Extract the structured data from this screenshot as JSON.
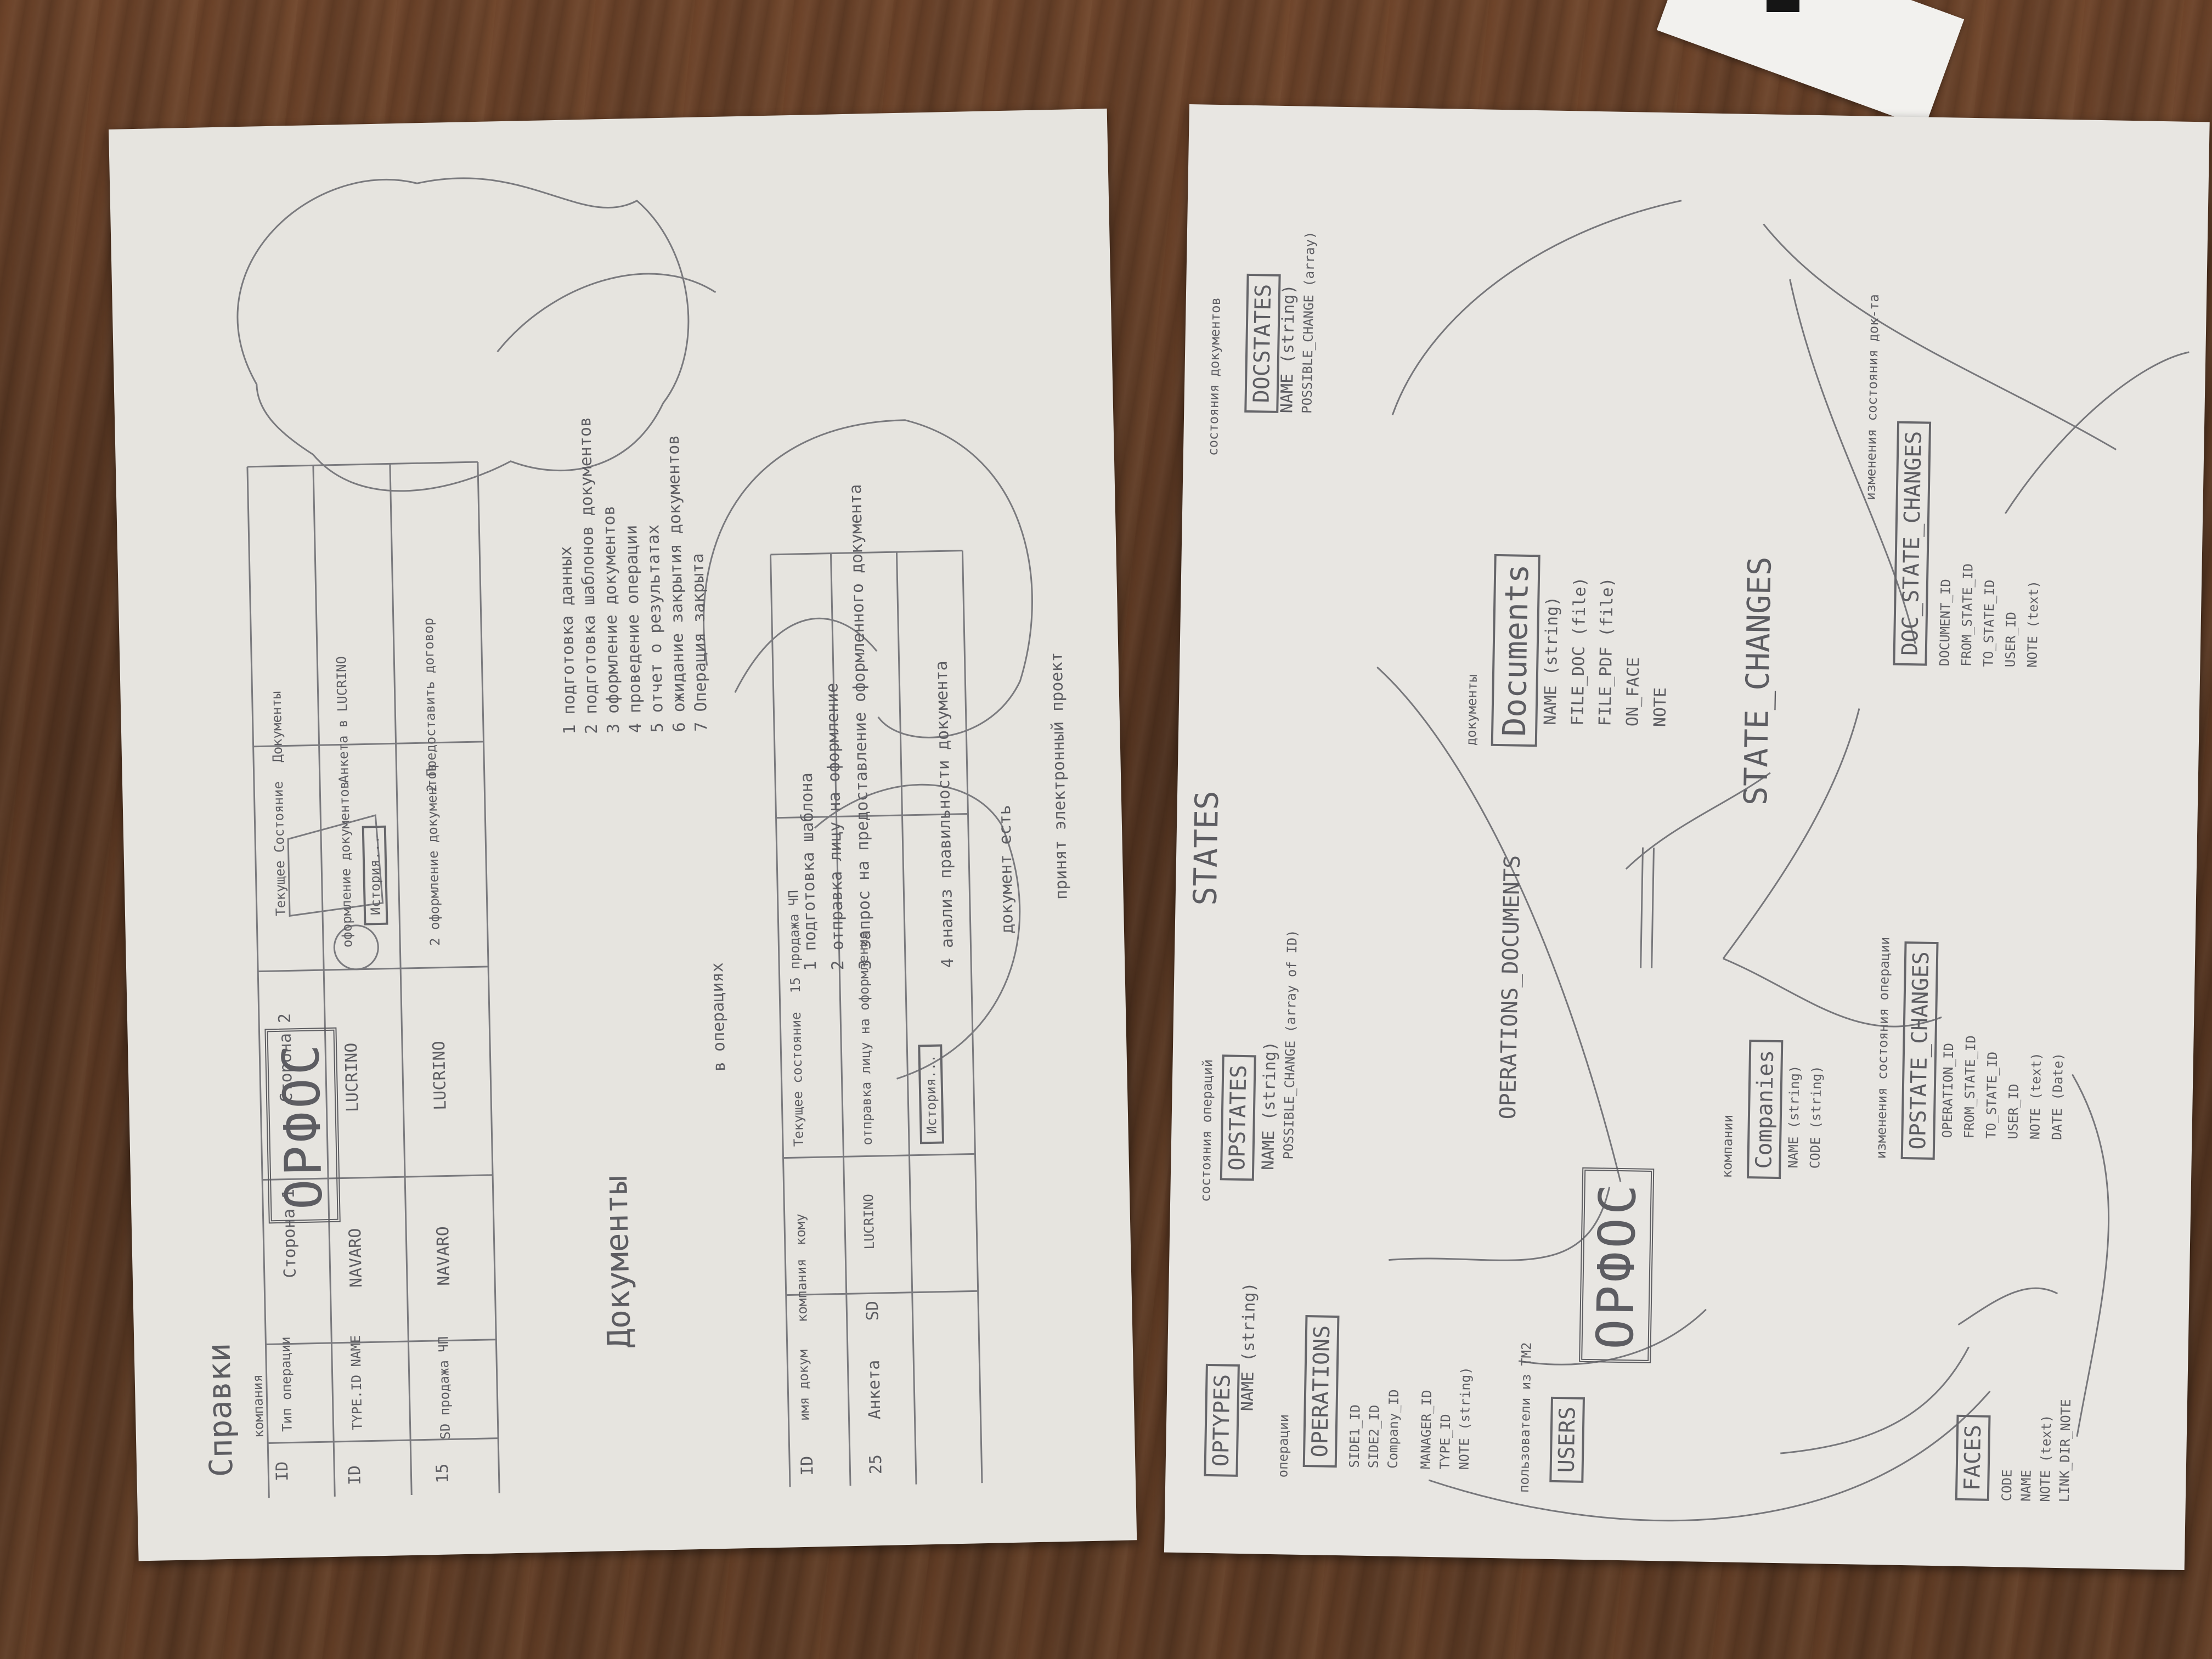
{
  "left_sheet": {
    "title": "ОРФОС",
    "spravki": {
      "heading": "Справки",
      "col_id": "ID",
      "col_kompaniya": "компания",
      "col_tip": "Тип операции",
      "col_storona1": "Сторона 1",
      "col_storona2": "Сторона 2",
      "col_tekushchee": "Текущее Состояние",
      "col_dokumenty": "Документы",
      "row1": [
        "ID",
        "TYPE.ID NAME",
        "NAVARO",
        "LUCRINO",
        "оформление документов",
        "Анкета в LUCRINO"
      ],
      "row2": [
        "15",
        "SD продажа ЧП",
        "NAVARO",
        "LUCRINO",
        "2 оформление документов",
        "2 Предоставить договор"
      ],
      "history_label": "История..."
    },
    "documents": {
      "heading": "Документы",
      "in_operation": "в операциях",
      "col_id": "ID",
      "col_name": "имя докум",
      "col_company": "компания",
      "col_who": "кому",
      "col_state": "Текущее состояние",
      "col_15": "15 продажа ЧП",
      "row": [
        "25",
        "Анкета",
        "SD",
        "LUCRINO",
        "отправка лицу на оформление",
        "История..."
      ]
    },
    "steps_doc": [
      "1 подготовка шаблона",
      "2 отправка лицу на оформление",
      "3 запрос на предоставление оформленного документа",
      "4 анализ правильности документа",
      "документ есть",
      "принят электронный проект"
    ],
    "cloud_steps": [
      "1 подготовка данных",
      "2 подготовка шаблонов документов",
      "3 оформление документов",
      "4 проведение операции",
      "5 отчет о результатах",
      "6 ожидание закрытия документов",
      "7 Операция закрыта"
    ]
  },
  "right_sheet": {
    "title": "ОРФОС",
    "optypes": {
      "name": "OPTYPES",
      "fields": [
        "NAME (string)"
      ]
    },
    "opstates": {
      "name": "OPSTATES",
      "caption": "состояния операций",
      "fields": [
        "NAME (string)",
        "POSSIBLE_CHANGE (array of ID)"
      ]
    },
    "states_label": "STATES",
    "docstates": {
      "name": "DOCSTATES",
      "caption": "состояния документов",
      "fields": [
        "NAME (string)",
        "POSSIBLE_CHANGE (array)"
      ]
    },
    "documents": {
      "name": "Documents",
      "caption": "документы",
      "fields": [
        "NAME (string)",
        "FILE_DOC (file)",
        "FILE_PDF (file)",
        "ON_FACE",
        "NOTE"
      ]
    },
    "state_changes_label": "STATE_CHANGES",
    "doc_state_changes": {
      "name": "DOC_STATE_CHANGES",
      "caption": "изменения состояния док-та",
      "fields": [
        "DOCUMENT_ID",
        "FROM_STATE_ID",
        "TO_STATE_ID",
        "USER_ID",
        "NOTE (text)"
      ]
    },
    "operations_documents": {
      "name": "OPERATIONS_DOCUMENTS"
    },
    "companies": {
      "name": "Companies",
      "caption": "компании",
      "fields": [
        "NAME (string)",
        "CODE (string)"
      ]
    },
    "opstate_changes": {
      "name": "OPSTATE_CHANGES",
      "caption": "изменения состояния операции",
      "fields": [
        "OPERATION_ID",
        "FROM_STATE_ID",
        "TO_STATE_ID",
        "USER_ID",
        "NOTE (text)",
        "DATE (Date)"
      ]
    },
    "operations": {
      "name": "OPERATIONS",
      "caption": "операции",
      "fields": [
        "SIDE1_ID",
        "SIDE2_ID",
        "Company_ID",
        "MANAGER_ID",
        "TYPE_ID",
        "NOTE (string)"
      ]
    },
    "users": {
      "name": "USERS",
      "caption": "пользователи из TM2"
    },
    "faces": {
      "name": "FACES",
      "fields": [
        "CODE",
        "NAME",
        "NOTE (text)",
        "LINK_DIR_NOTE"
      ]
    }
  }
}
